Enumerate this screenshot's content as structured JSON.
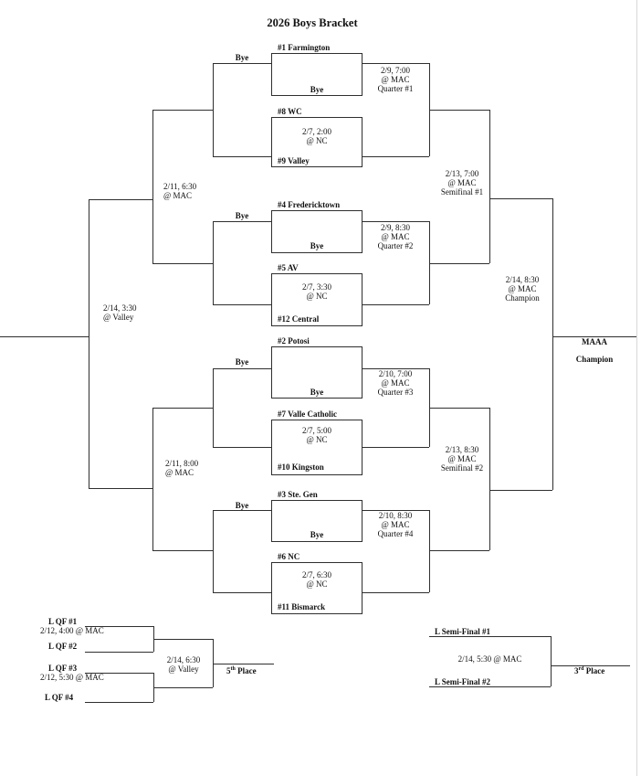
{
  "title": "2026 Boys Bracket",
  "byes": [
    "Bye",
    "Bye",
    "Bye",
    "Bye"
  ],
  "r1": [
    {
      "seed": "#1 Farmington",
      "bottom": "Bye"
    },
    {
      "seed": "#8 WC",
      "time": "2/7, 2:00",
      "venue": "@ NC",
      "bottom": "#9 Valley"
    },
    {
      "seed": "#4 Fredericktown",
      "bottom": "Bye"
    },
    {
      "seed": "#5 AV",
      "time": "2/7, 3:30",
      "venue": "@ NC",
      "bottom": "#12 Central"
    },
    {
      "seed": "#2 Potosi",
      "bottom": "Bye"
    },
    {
      "seed": "#7 Valle Catholic",
      "time": "2/7, 5:00",
      "venue": "@ NC",
      "bottom": "#10 Kingston"
    },
    {
      "seed": "#3 Ste. Gen",
      "bottom": "Bye"
    },
    {
      "seed": "#6 NC",
      "time": "2/7, 6:30",
      "venue": "@ NC",
      "bottom": "#11 Bismarck"
    }
  ],
  "quarters": [
    {
      "time": "2/9, 7:00",
      "venue": "@ MAC",
      "name": "Quarter #1"
    },
    {
      "time": "2/9, 8:30",
      "venue": "@ MAC",
      "name": "Quarter #2"
    },
    {
      "time": "2/10, 7:00",
      "venue": "@ MAC",
      "name": "Quarter #3"
    },
    {
      "time": "2/10, 8:30",
      "venue": "@ MAC",
      "name": "Quarter #4"
    }
  ],
  "semifinals": [
    {
      "time": "2/13, 7:00",
      "venue": "@ MAC",
      "name": "Semifinal #1"
    },
    {
      "time": "2/13, 8:30",
      "venue": "@ MAC",
      "name": "Semifinal #2"
    }
  ],
  "final": {
    "time": "2/14, 8:30",
    "venue": "@ MAC",
    "name": "Champion"
  },
  "champion": {
    "line1": "MAAA",
    "line2": "Champion"
  },
  "consolation": {
    "semi_top": {
      "time": "2/11, 6:30",
      "venue": "@ MAC"
    },
    "semi_bottom": {
      "time": "2/11, 8:00",
      "venue": "@ MAC"
    },
    "final": {
      "time": "2/14, 3:30",
      "venue": "@  Valley"
    }
  },
  "fifth": {
    "slot1": "L QF #1",
    "date_top": "2/12, 4:00 @ MAC",
    "slot2": "L QF #2",
    "slot3": "L QF #3",
    "date_bottom": "2/12, 5:30 @ MAC",
    "slot4": "L QF #4",
    "final": {
      "time": "2/14, 6:30",
      "venue": "@ Valley"
    },
    "place_num": "5",
    "place_sup": "th",
    "place_rest": " Place"
  },
  "third": {
    "slot1": "L Semi-Final #1",
    "date": "2/14, 5:30 @ MAC",
    "slot2": "L Semi-Final #2",
    "place_num": "3",
    "place_sup": "rd",
    "place_rest": " Place"
  }
}
